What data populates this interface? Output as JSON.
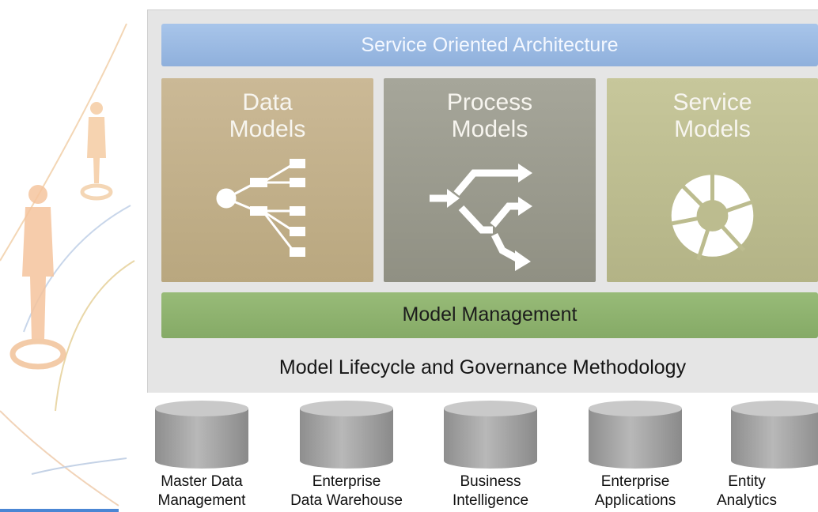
{
  "header": {
    "title": "Service Oriented Architecture"
  },
  "models": [
    {
      "line1": "Data",
      "line2": "Models",
      "icon": "hierarchy-tree-icon"
    },
    {
      "line1": "Process",
      "line2": "Models",
      "icon": "process-flow-arrows-icon"
    },
    {
      "line1": "Service",
      "line2": "Models",
      "icon": "service-cycle-icon"
    }
  ],
  "model_management": "Model Management",
  "methodology": "Model Lifecycle and Governance Methodology",
  "sources": [
    {
      "line1": "Master Data",
      "line2": "Management",
      "icon": "database-cylinder-icon"
    },
    {
      "line1": "Enterprise",
      "line2": "Data Warehouse",
      "icon": "database-cylinder-icon"
    },
    {
      "line1": "Business",
      "line2": "Intelligence",
      "icon": "database-cylinder-icon"
    },
    {
      "line1": "Enterprise",
      "line2": "Applications",
      "icon": "database-cylinder-icon"
    },
    {
      "line1": "Entity",
      "line2": "Analytics",
      "icon": "database-cylinder-icon"
    }
  ],
  "colors": {
    "soa_bar": "#9dbbe3",
    "data_models": "#c2b08a",
    "process_models": "#9b9b8f",
    "service_models": "#bdbd90",
    "model_management": "#8fb36f",
    "frame": "#e5e5e5",
    "database": "#a6a6a6"
  }
}
